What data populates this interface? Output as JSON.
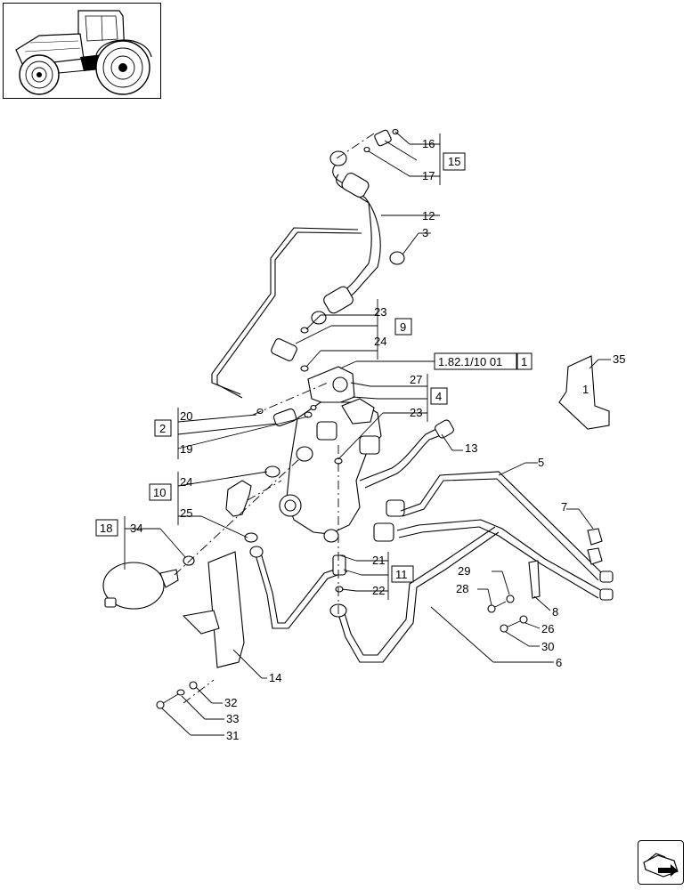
{
  "callouts": {
    "c16": "16",
    "c15": "15",
    "c17": "17",
    "c12": "12",
    "c3": "3",
    "c23a": "23",
    "c9": "9",
    "c24a": "24",
    "ref_code": "1.82.1/10 01",
    "ref_box": "1",
    "c27": "27",
    "c4": "4",
    "c23b": "23",
    "c13": "13",
    "c35": "35",
    "c35_tag": "1",
    "c20": "20",
    "c2": "2",
    "c19": "19",
    "c5": "5",
    "c24b": "24",
    "c10": "10",
    "c25": "25",
    "c7": "7",
    "c18": "18",
    "c34": "34",
    "c21": "21",
    "c11": "11",
    "c22": "22",
    "c29": "29",
    "c28": "28",
    "c8": "8",
    "c26": "26",
    "c30": "30",
    "c6": "6",
    "c14": "14",
    "c32": "32",
    "c33": "33",
    "c31": "31"
  },
  "icons": {
    "thumbnail": "tractor-thumbnail-icon",
    "next_page": "next-page-arrow-icon"
  }
}
